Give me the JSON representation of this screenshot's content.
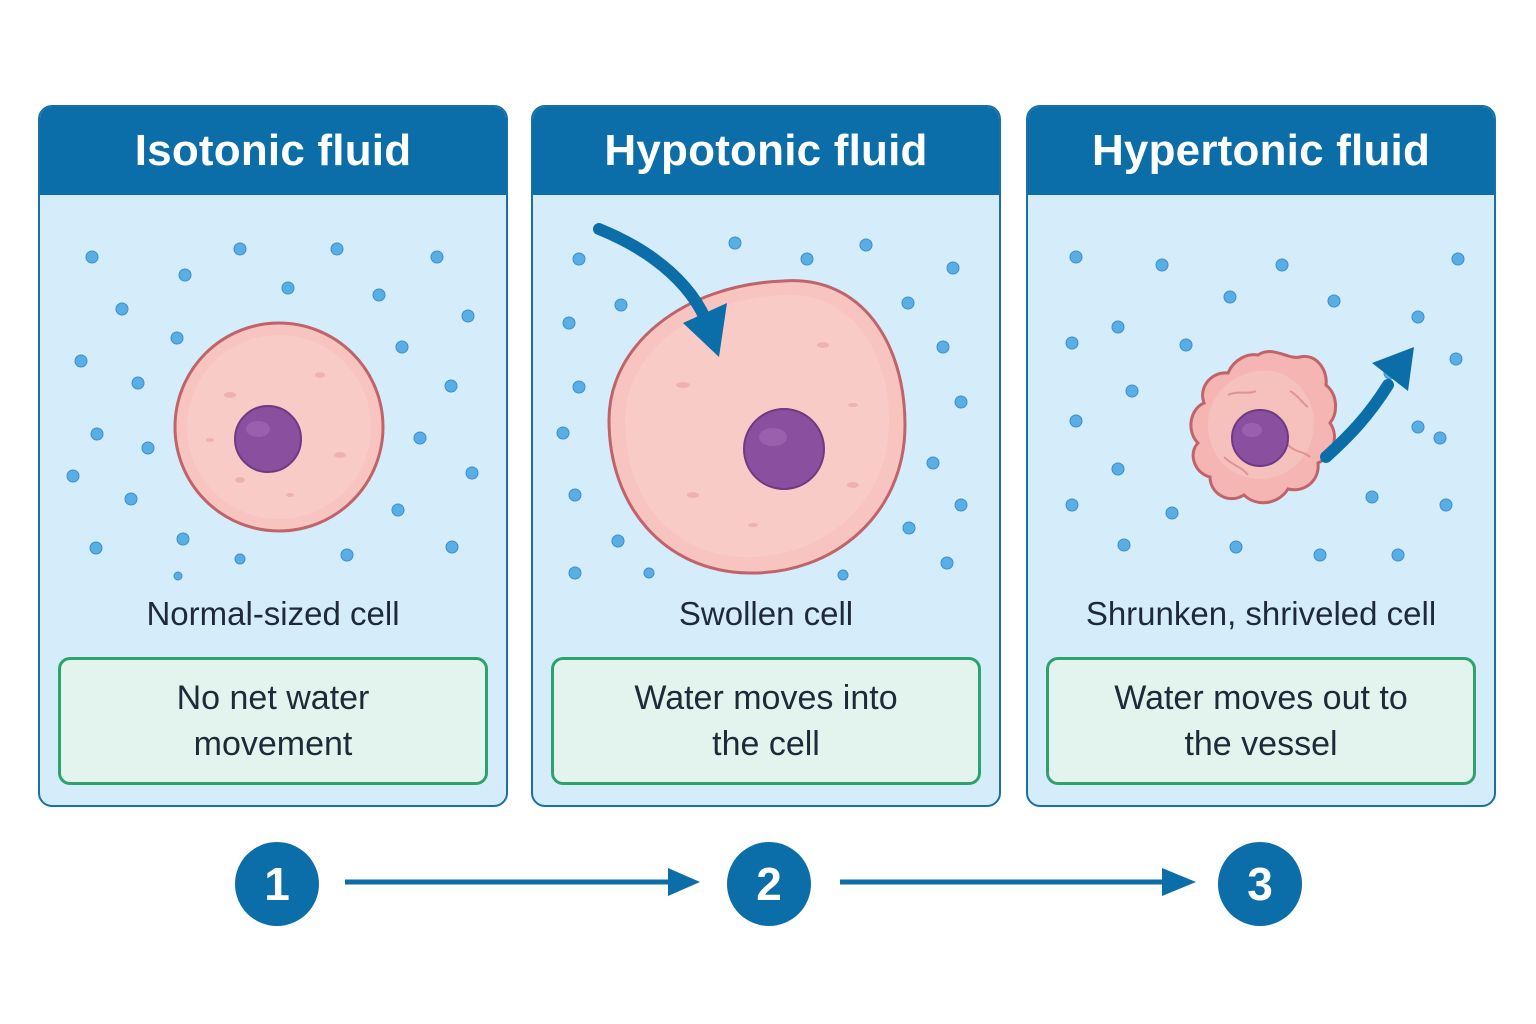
{
  "panels": [
    {
      "title": "Isotonic fluid",
      "caption": "Normal-sized cell",
      "info": "No net water movement",
      "cell_state": "normal"
    },
    {
      "title": "Hypotonic fluid",
      "caption": "Swollen cell",
      "info": "Water moves into the cell",
      "cell_state": "swollen"
    },
    {
      "title": "Hypertonic fluid",
      "caption": "Shrunken, shriveled cell",
      "info": "Water moves out to the vessel",
      "cell_state": "shrunken"
    }
  ],
  "steps": [
    "1",
    "2",
    "3"
  ],
  "colors": {
    "header": "#0b6ea9",
    "panel_bg": "#d5ecfa",
    "cell_fill": "#f7c4c0",
    "cell_edge": "#c0636a",
    "nucleus": "#8a4f9e",
    "water_dot": "#5aaee6",
    "info_border": "#2ea26d",
    "arrow": "#0b6ea9"
  }
}
